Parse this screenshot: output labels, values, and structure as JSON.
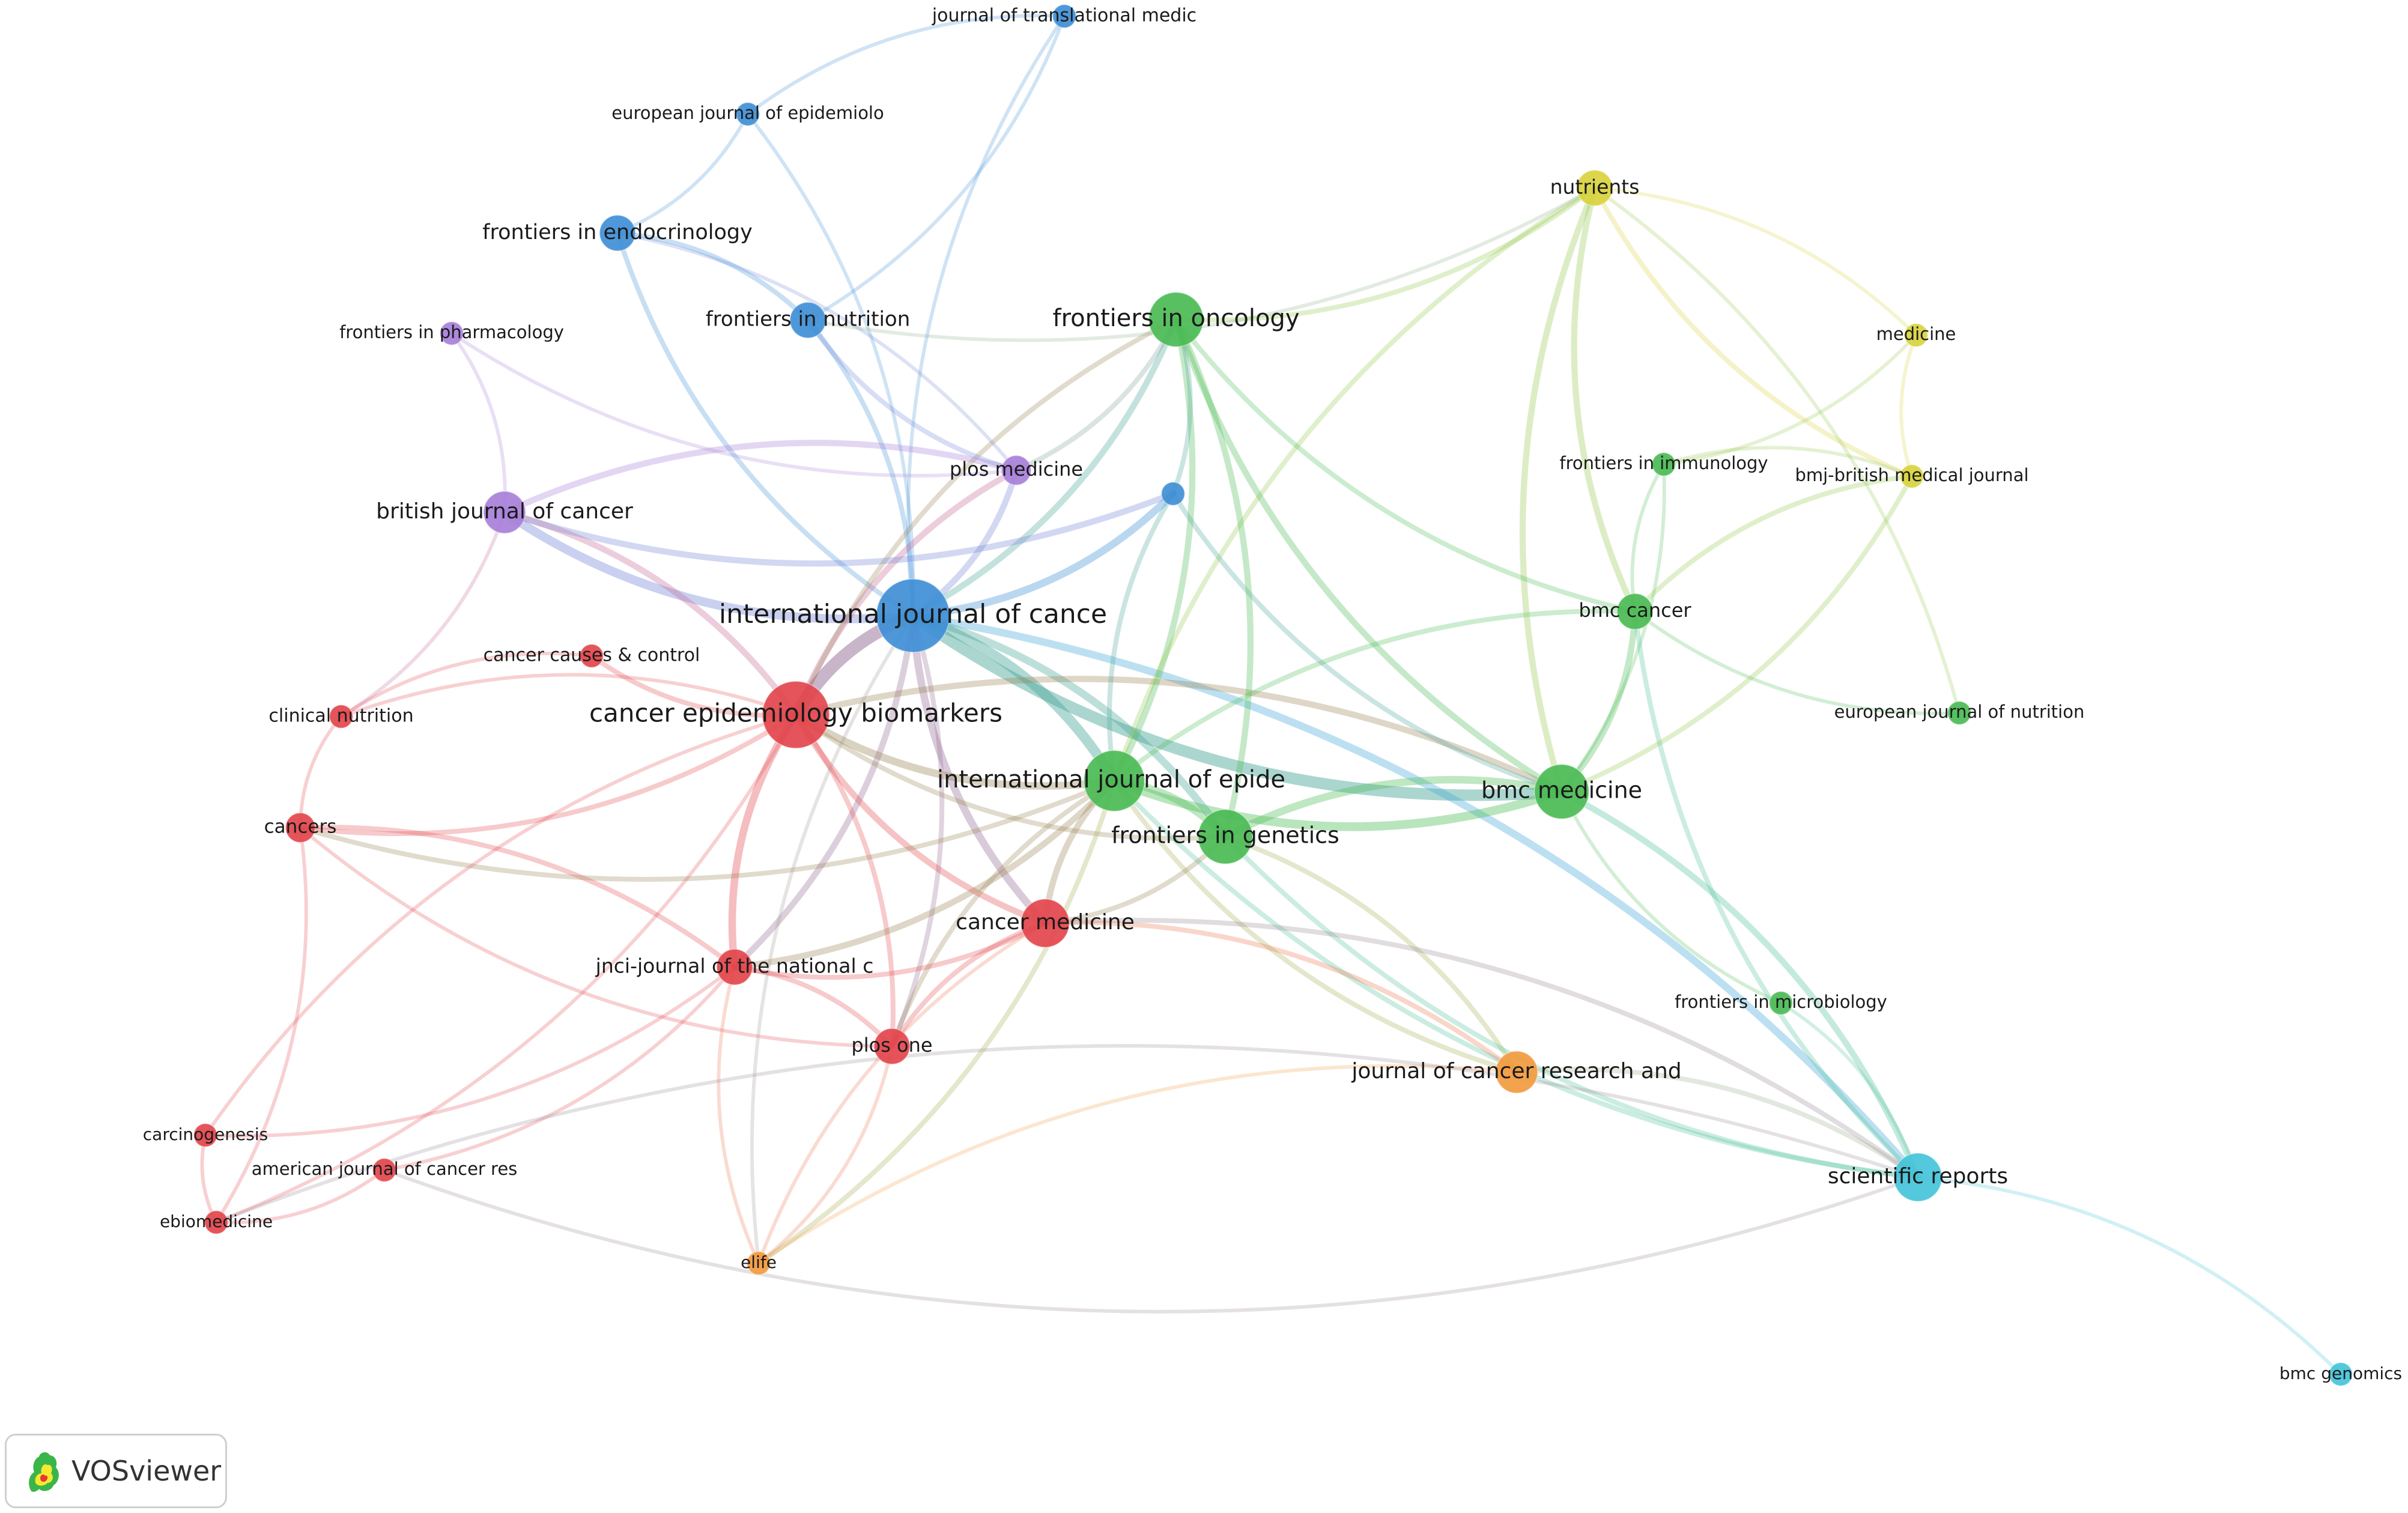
{
  "app": {
    "logo_text": "VOSviewer"
  },
  "colors": {
    "cluster_red": "#e2454c",
    "cluster_green": "#4bbb55",
    "cluster_blue": "#3f8fd6",
    "cluster_yellow": "#d8d23f",
    "cluster_purple": "#a77fd9",
    "cluster_cyan": "#45c3d9",
    "cluster_orange": "#f29a3f"
  },
  "nodes": [
    {
      "id": "ijcancer",
      "label": "international journal of cance",
      "cluster": "blue",
      "weight": 10
    },
    {
      "id": "cebp",
      "label": "cancer epidemiology biomarkers",
      "cluster": "red",
      "weight": 9
    },
    {
      "id": "ijepid",
      "label": "international journal of epide",
      "cluster": "green",
      "weight": 8
    },
    {
      "id": "bmcmed",
      "label": "bmc medicine",
      "cluster": "green",
      "weight": 7
    },
    {
      "id": "frgenetics",
      "label": "frontiers in genetics",
      "cluster": "green",
      "weight": 7
    },
    {
      "id": "froncology",
      "label": "frontiers in oncology",
      "cluster": "green",
      "weight": 7
    },
    {
      "id": "cancermed",
      "label": "cancer medicine",
      "cluster": "red",
      "weight": 6
    },
    {
      "id": "scirep",
      "label": "scientific reports",
      "cluster": "cyan",
      "weight": 6
    },
    {
      "id": "jcro",
      "label": "journal of cancer research and",
      "cluster": "orange",
      "weight": 5
    },
    {
      "id": "bjc",
      "label": "british journal of cancer",
      "cluster": "purple",
      "weight": 5
    },
    {
      "id": "plosone",
      "label": "plos one",
      "cluster": "red",
      "weight": 4
    },
    {
      "id": "jnci",
      "label": "jnci-journal of the national c",
      "cluster": "red",
      "weight": 4
    },
    {
      "id": "bmccancer",
      "label": "bmc cancer",
      "cluster": "green",
      "weight": 4
    },
    {
      "id": "frendo",
      "label": "frontiers in endocrinology",
      "cluster": "blue",
      "weight": 4
    },
    {
      "id": "frnutrition",
      "label": "frontiers in nutrition",
      "cluster": "blue",
      "weight": 4
    },
    {
      "id": "nutrients",
      "label": "nutrients",
      "cluster": "yellow",
      "weight": 4
    },
    {
      "id": "plosmed",
      "label": "plos medicine",
      "cluster": "purple",
      "weight": 3
    },
    {
      "id": "cancers",
      "label": "cancers",
      "cluster": "red",
      "weight": 3
    },
    {
      "id": "clinnutr",
      "label": "clinical nutrition",
      "cluster": "red",
      "weight": 2
    },
    {
      "id": "ccc",
      "label": "cancer causes & control",
      "cluster": "red",
      "weight": 2
    },
    {
      "id": "elife",
      "label": "elife",
      "cluster": "orange",
      "weight": 2
    },
    {
      "id": "frpharm",
      "label": "frontiers in pharmacology",
      "cluster": "purple",
      "weight": 2
    },
    {
      "id": "ejepi",
      "label": "european journal of epidemiolo",
      "cluster": "blue",
      "weight": 2
    },
    {
      "id": "jtm",
      "label": "journal of translational medic",
      "cluster": "blue",
      "weight": 2
    },
    {
      "id": "medicine",
      "label": "medicine",
      "cluster": "yellow",
      "weight": 2
    },
    {
      "id": "bmj",
      "label": "bmj-british medical journal",
      "cluster": "yellow",
      "weight": 2
    },
    {
      "id": "frimmuno",
      "label": "frontiers in immunology",
      "cluster": "green",
      "weight": 2
    },
    {
      "id": "ejnutr",
      "label": "european journal of nutrition",
      "cluster": "green",
      "weight": 2
    },
    {
      "id": "frmicro",
      "label": "frontiers in microbiology",
      "cluster": "green",
      "weight": 2
    },
    {
      "id": "carcino",
      "label": "carcinogenesis",
      "cluster": "red",
      "weight": 2
    },
    {
      "id": "ajcr",
      "label": "american journal of cancer res",
      "cluster": "red",
      "weight": 2
    },
    {
      "id": "ebiomed",
      "label": "ebiomedicine",
      "cluster": "red",
      "weight": 2
    },
    {
      "id": "bmcgen",
      "label": "bmc genomics",
      "cluster": "cyan",
      "weight": 2
    },
    {
      "id": "unlabeled",
      "label": "",
      "cluster": "blue",
      "weight": 2
    }
  ],
  "links": [
    [
      "ijcancer",
      "cebp",
      9
    ],
    [
      "ijcancer",
      "ijepid",
      7
    ],
    [
      "ijcancer",
      "bmcmed",
      8
    ],
    [
      "ijcancer",
      "frgenetics",
      5
    ],
    [
      "ijcancer",
      "froncology",
      4
    ],
    [
      "ijcancer",
      "bjc",
      6
    ],
    [
      "ijcancer",
      "cancermed",
      5
    ],
    [
      "ijcancer",
      "scirep",
      5
    ],
    [
      "ijcancer",
      "plosmed",
      4
    ],
    [
      "ijcancer",
      "frendo",
      3
    ],
    [
      "ijcancer",
      "frnutrition",
      3
    ],
    [
      "ijcancer",
      "jnci",
      4
    ],
    [
      "ijcancer",
      "unlabeled",
      5
    ],
    [
      "ijcancer",
      "jtm",
      2
    ],
    [
      "ijcancer",
      "ejepi",
      2
    ],
    [
      "ijcancer",
      "plosone",
      3
    ],
    [
      "cebp",
      "jnci",
      5
    ],
    [
      "cebp",
      "cancers",
      3
    ],
    [
      "cebp",
      "clinnutr",
      2
    ],
    [
      "cebp",
      "ccc",
      3
    ],
    [
      "cebp",
      "bjc",
      4
    ],
    [
      "cebp",
      "plosmed",
      4
    ],
    [
      "cebp",
      "cancermed",
      4
    ],
    [
      "cebp",
      "plosone",
      3
    ],
    [
      "cebp",
      "ijepid",
      5
    ],
    [
      "cebp",
      "bmcmed",
      4
    ],
    [
      "cebp",
      "frgenetics",
      3
    ],
    [
      "cebp",
      "froncology",
      3
    ],
    [
      "cebp",
      "carcino",
      2
    ],
    [
      "cebp",
      "ebiomed",
      2
    ],
    [
      "ijepid",
      "bmcmed",
      6
    ],
    [
      "ijepid",
      "frgenetics",
      5
    ],
    [
      "ijepid",
      "froncology",
      4
    ],
    [
      "ijepid",
      "nutrients",
      3
    ],
    [
      "ijepid",
      "cancermed",
      4
    ],
    [
      "ijepid",
      "jnci",
      4
    ],
    [
      "ijepid",
      "scirep",
      3
    ],
    [
      "ijepid",
      "bmccancer",
      3
    ],
    [
      "ijepid",
      "plosone",
      3
    ],
    [
      "ijepid",
      "elife",
      3
    ],
    [
      "ijepid",
      "jcro",
      3
    ],
    [
      "ijepid",
      "unlabeled",
      3
    ],
    [
      "bmcmed",
      "frgenetics",
      5
    ],
    [
      "bmcmed",
      "froncology",
      4
    ],
    [
      "bmcmed",
      "bmccancer",
      4
    ],
    [
      "bmcmed",
      "nutrients",
      4
    ],
    [
      "bmcmed",
      "bmj",
      3
    ],
    [
      "bmcmed",
      "scirep",
      4
    ],
    [
      "bmcmed",
      "frimmuno",
      2
    ],
    [
      "bmcmed",
      "unlabeled",
      3
    ],
    [
      "frgenetics",
      "froncology",
      4
    ],
    [
      "frgenetics",
      "jcro",
      3
    ],
    [
      "frgenetics",
      "scirep",
      3
    ],
    [
      "frgenetics",
      "cancermed",
      3
    ],
    [
      "froncology",
      "nutrients",
      3
    ],
    [
      "froncology",
      "plosmed",
      3
    ],
    [
      "froncology",
      "bmccancer",
      3
    ],
    [
      "froncology",
      "unlabeled",
      3
    ],
    [
      "nutrients",
      "bmj",
      3
    ],
    [
      "nutrients",
      "medicine",
      2
    ],
    [
      "nutrients",
      "bmccancer",
      4
    ],
    [
      "nutrients",
      "frnutrition",
      2
    ],
    [
      "scirep",
      "jcro",
      3
    ],
    [
      "scirep",
      "bmcgen",
      2
    ],
    [
      "scirep",
      "frmicro",
      2
    ],
    [
      "scirep",
      "bmccancer",
      3
    ],
    [
      "scirep",
      "cancermed",
      3
    ],
    [
      "cancers",
      "jnci",
      3
    ],
    [
      "cancers",
      "plosone",
      2
    ],
    [
      "cancers",
      "ebiomed",
      2
    ],
    [
      "cancers",
      "ijepid",
      3
    ],
    [
      "jnci",
      "plosone",
      3
    ],
    [
      "jnci",
      "cancermed",
      3
    ],
    [
      "jnci",
      "ajcr",
      2
    ],
    [
      "jnci",
      "elife",
      2
    ],
    [
      "jnci",
      "carcino",
      2
    ],
    [
      "cancermed",
      "plosone",
      3
    ],
    [
      "cancermed",
      "jcro",
      3
    ],
    [
      "cancermed",
      "elife",
      2
    ],
    [
      "bjc",
      "plosmed",
      4
    ],
    [
      "bjc",
      "frpharm",
      2
    ],
    [
      "bjc",
      "clinnutr",
      2
    ],
    [
      "bjc",
      "unlabeled",
      4
    ],
    [
      "plosmed",
      "frnutrition",
      3
    ],
    [
      "plosmed",
      "frendo",
      2
    ],
    [
      "frendo",
      "frnutrition",
      3
    ],
    [
      "frendo",
      "ejepi",
      2
    ],
    [
      "ejepi",
      "jtm",
      2
    ],
    [
      "frnutrition",
      "jtm",
      2
    ],
    [
      "bmccancer",
      "bmj",
      3
    ],
    [
      "bmccancer",
      "ejnutr",
      2
    ],
    [
      "bmccancer",
      "frimmuno",
      2
    ],
    [
      "medicine",
      "bmj",
      2
    ],
    [
      "medicine",
      "frimmuno",
      2
    ],
    [
      "bmj",
      "frimmuno",
      2
    ],
    [
      "clinnutr",
      "ccc",
      2
    ],
    [
      "clinnutr",
      "cancers",
      2
    ],
    [
      "ajcr",
      "ebiomed",
      2
    ],
    [
      "carcino",
      "ebiomed",
      2
    ],
    [
      "plosone",
      "elife",
      2
    ],
    [
      "jcro",
      "elife",
      2
    ],
    [
      "ebiomed",
      "scirep",
      2
    ],
    [
      "ajcr",
      "scirep",
      2
    ],
    [
      "elife",
      "ijcancer",
      2
    ],
    [
      "frpharm",
      "plosmed",
      2
    ],
    [
      "frmicro",
      "bmcmed",
      2
    ],
    [
      "ejnutr",
      "nutrients",
      2
    ]
  ]
}
